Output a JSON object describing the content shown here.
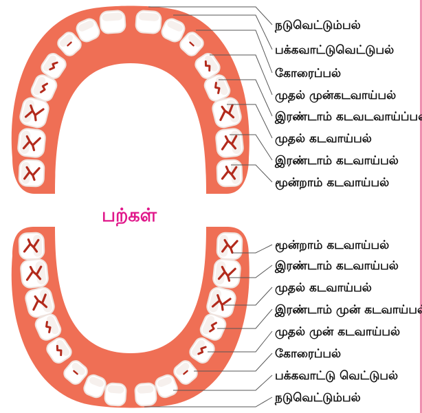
{
  "title": "பற்கள்",
  "colors": {
    "gum": "#ef6f55",
    "gum_shade": "#d94f36",
    "tooth": "#ffffff",
    "tooth_shade": "#efe3de",
    "groove": "#b22a1c",
    "title": "#e0178a",
    "leader": "#555555",
    "edge": "#ee8fb0"
  },
  "upper_labels": [
    "நடுவெட்டும்பல்",
    "பக்கவாட்டுவெட்டுபல்",
    "கோரைப்பல்",
    "முதல் முன்கடவாய்பல்",
    "இரண்டாம் கடவடவாய்ப்பல்",
    "முதல் கடவாய்பல்",
    "இரண்டாம் கடவாய்பல்",
    "மூன்றாம் கடவாய்பல்"
  ],
  "lower_labels": [
    "மூன்றாம் கடவாய்பல்",
    "இரண்டாம் கடவாய்பல்",
    "முதல் கடவாய்பல்",
    "இரண்டாம் முன் கடவாய்பல்",
    "முதல் முன் கடவாய்பல்",
    "கோரைப்பல்",
    "பக்கவாட்டு வெட்டுபல்",
    "நடுவெட்டும்பல்"
  ]
}
